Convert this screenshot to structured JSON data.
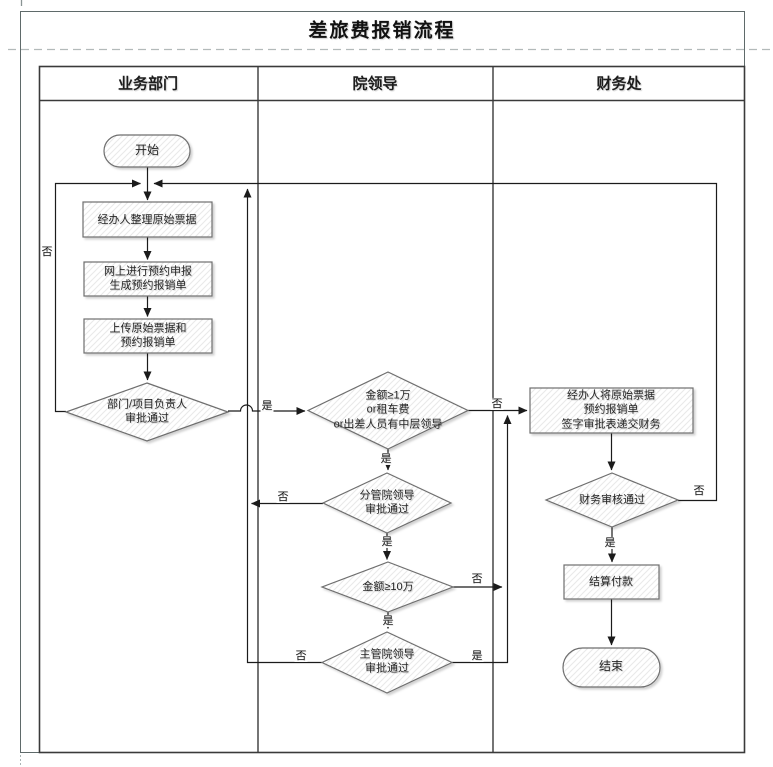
{
  "page": {
    "title": "差旅费报销流程"
  },
  "lanes": [
    {
      "label": "业务部门"
    },
    {
      "label": "院领导"
    },
    {
      "label": "财务处"
    }
  ],
  "nodes": {
    "start": {
      "label": "开始",
      "type": "terminator"
    },
    "organize": {
      "label": "经办人整理原始票据",
      "type": "process"
    },
    "declare": {
      "label": "网上进行预约申报\n生成预约报销单",
      "type": "process"
    },
    "upload": {
      "label": "上传原始票据和\n预约报销单",
      "type": "process"
    },
    "dept_approve": {
      "label": "部门/项目负责人\n审批通过",
      "type": "decision"
    },
    "amount_1w": {
      "label": "金额≥1万\nor租车费\nor出差人员有中层领导",
      "type": "decision"
    },
    "deputy_approve": {
      "label": "分管院领导\n审批通过",
      "type": "decision"
    },
    "amount_10w": {
      "label": "金额≥10万",
      "type": "decision"
    },
    "chief_approve": {
      "label": "主管院领导\n审批通过",
      "type": "decision"
    },
    "submit_finance": {
      "label": "经办人将原始票据\n预约报销单\n签字审批表递交财务",
      "type": "process"
    },
    "finance_review": {
      "label": "财务审核通过",
      "type": "decision"
    },
    "payment": {
      "label": "结算付款",
      "type": "process"
    },
    "end": {
      "label": "结束",
      "type": "terminator"
    }
  },
  "edge_labels": {
    "yes": "是",
    "no": "否"
  },
  "colors": {
    "line": "#1b1b1b",
    "shape_border": "#6e6e6e",
    "lane_border": "#3a3a3a",
    "hatch": "#e9e9e9",
    "dashed_guide": "#b3baba",
    "text": "#262626"
  }
}
